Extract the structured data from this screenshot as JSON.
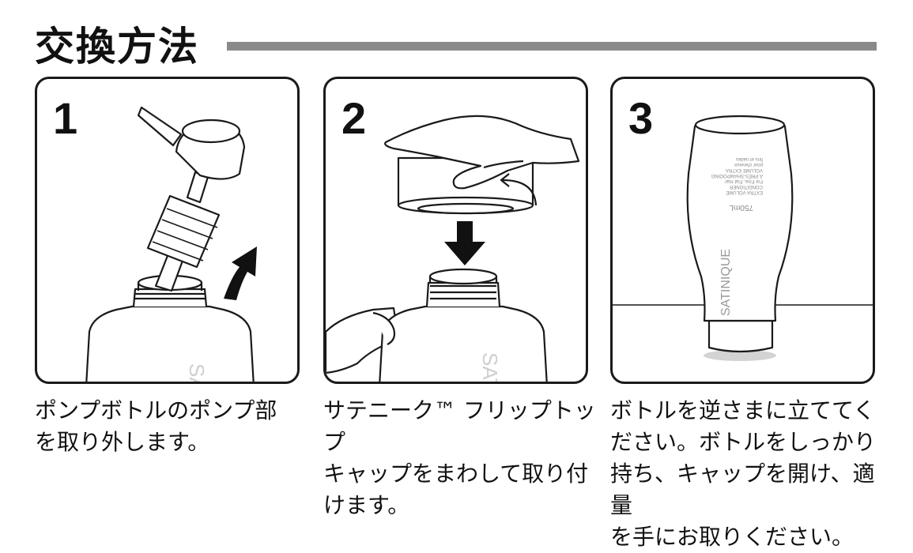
{
  "header": {
    "title": "交換方法"
  },
  "steps": [
    {
      "number": "1",
      "bottle_label": "SAT",
      "caption_lines": [
        "ポンプボトルのポンプ部",
        "を取り外します。"
      ]
    },
    {
      "number": "2",
      "bottle_label": "SAT",
      "caption_lines": [
        "サテニーク™ フリップトップ",
        "キャップをまわして取り付",
        "けます。"
      ]
    },
    {
      "number": "3",
      "bottle_brand": "SATINIQUE",
      "bottle_volume": "750mL",
      "bottle_text_lines": [
        "EXTRA VOLUME",
        "CONDITIONER",
        "For Fine, Flat Hair",
        "À PRÉS-SHAMPOOING",
        "VOLUME EXTRA",
        "pour cheveux",
        "fins et raides"
      ],
      "caption_lines": [
        "ボトルを逆さまに立ててく",
        "ださい。ボトルをしっかり",
        "持ち、キャップを開け、適量",
        "を手にお取りください。"
      ]
    }
  ]
}
